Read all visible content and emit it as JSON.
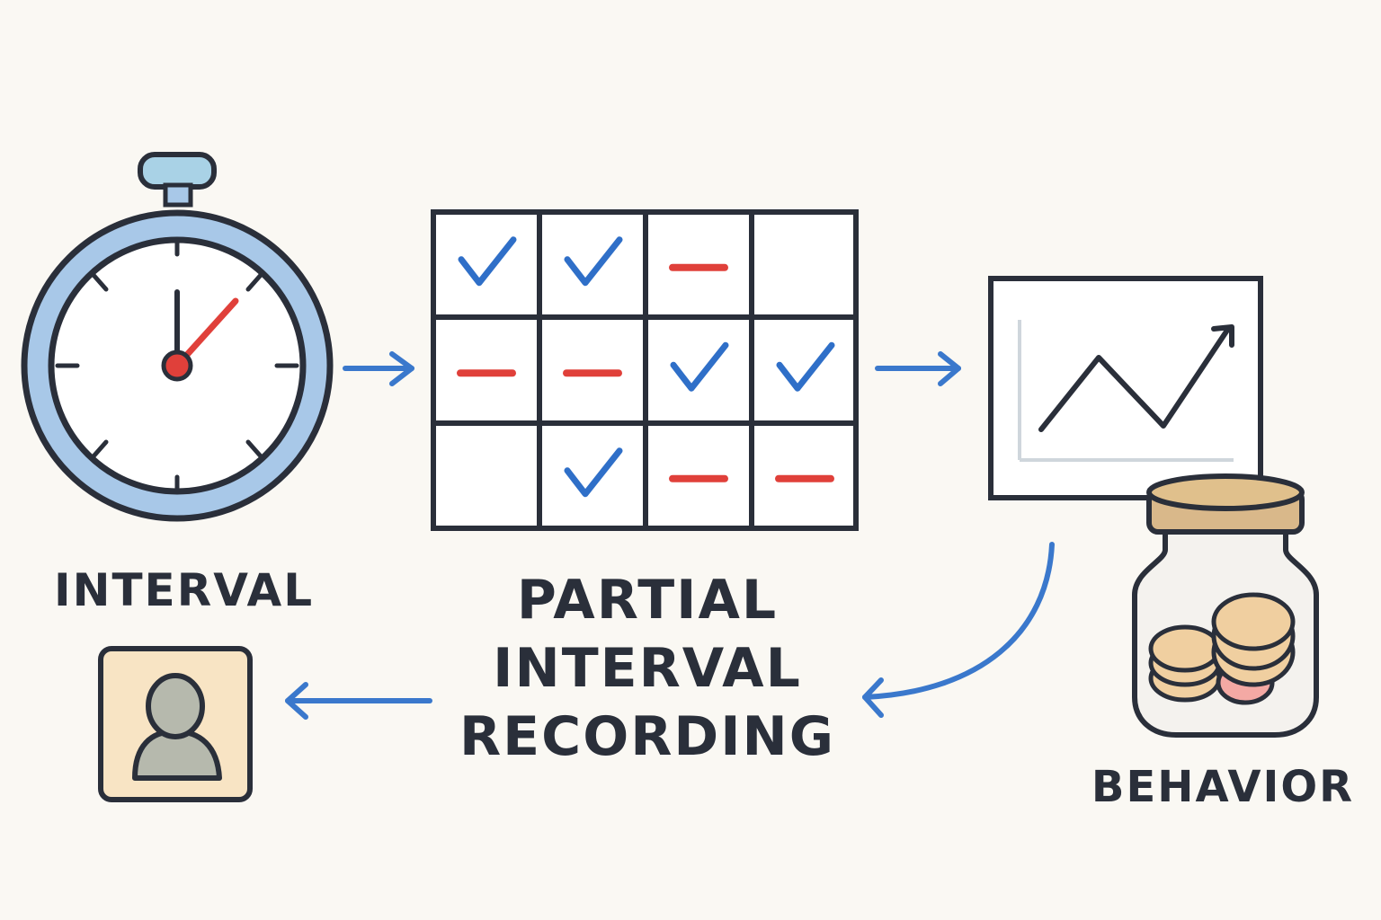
{
  "labels": {
    "interval": "INTERVAL",
    "title_lines": [
      "PARTIAL",
      "INTERVAL",
      "RECORDING"
    ],
    "behavior": "BEHAVIOR"
  },
  "grid": {
    "rows": [
      [
        "check",
        "check",
        "dash",
        "empty"
      ],
      [
        "dash",
        "dash",
        "check",
        "check"
      ],
      [
        "empty",
        "check",
        "dash",
        "dash"
      ]
    ]
  },
  "colors": {
    "background": "#faf8f3",
    "outline": "#2a2f3a",
    "check": "#2f6fc8",
    "dash": "#e0403a",
    "arrow": "#3a78cc",
    "stopwatch_ring": "#a8c8e8",
    "avatar_card": "#f8e4c4",
    "jar_lid": "#e0c08c",
    "coin": "#f0cfa0"
  },
  "icons": {
    "stopwatch": "stopwatch-icon",
    "chart": "trend-chart-icon",
    "jar": "token-jar-icon",
    "avatar": "person-avatar-icon"
  }
}
